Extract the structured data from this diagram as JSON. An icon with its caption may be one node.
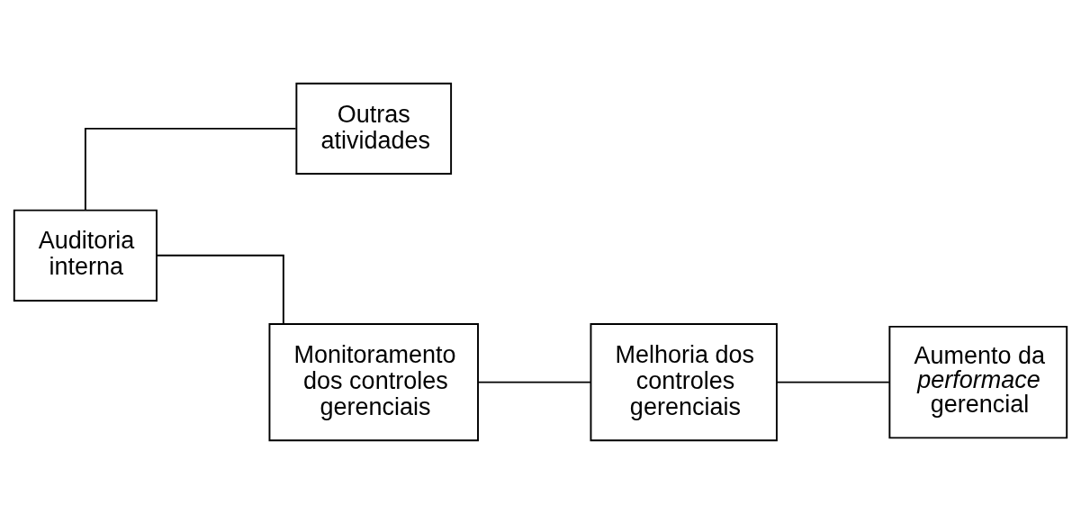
{
  "diagram": {
    "nodes": [
      {
        "text": [
          "Auditoria interna"
        ]
      },
      {
        "text": [
          "Outras atividades"
        ]
      },
      {
        "text": [
          "Monitoramento dos controles gerenciais"
        ]
      },
      {
        "text": [
          "Melhoria dos controles gerenciais"
        ]
      },
      {
        "text": [
          "Aumento da *performace* gerencial"
        ]
      }
    ],
    "edges": [
      {
        "from": 0,
        "to": 1,
        "arrow": "none"
      },
      {
        "from": 0,
        "to": 2,
        "arrow": "none"
      },
      {
        "from": 2,
        "to": 3,
        "arrow": "none"
      },
      {
        "from": 3,
        "to": 4,
        "arrow": "none"
      }
    ]
  }
}
